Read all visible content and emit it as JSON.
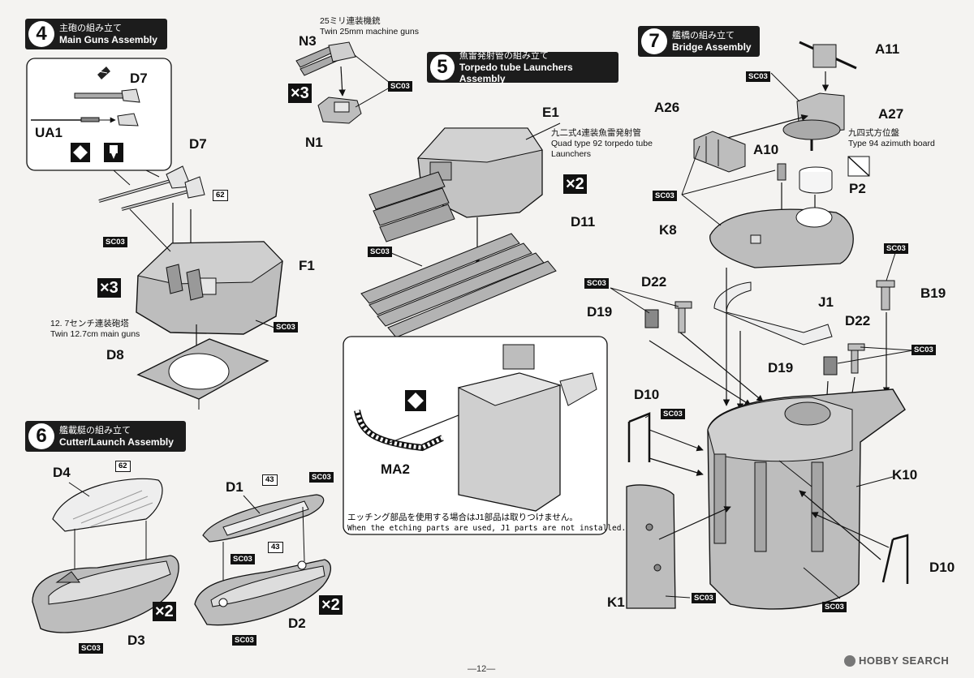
{
  "steps": {
    "s4": {
      "num": "4",
      "jp": "主砲の組み立て",
      "en": "Main Guns Assembly"
    },
    "s5": {
      "num": "5",
      "jp": "魚雷発射管の組み立て",
      "en": "Torpedo tube Launchers Assembly"
    },
    "s6": {
      "num": "6",
      "jp": "艦載艇の組み立て",
      "en": "Cutter/Launch Assembly"
    },
    "s7": {
      "num": "7",
      "jp": "艦橋の組み立て",
      "en": "Bridge Assembly"
    }
  },
  "parts": {
    "D7a": "D7",
    "UA1": "UA1",
    "D7b": "D7",
    "F1": "F1",
    "D8": "D8",
    "N3": "N3",
    "N1": "N1",
    "E1": "E1",
    "D11": "D11",
    "MA2": "MA2",
    "D4": "D4",
    "D3": "D3",
    "D1": "D1",
    "D2": "D2",
    "A11": "A11",
    "A26": "A26",
    "A27": "A27",
    "A10": "A10",
    "P2": "P2",
    "K8": "K8",
    "D22a": "D22",
    "J1": "J1",
    "B19": "B19",
    "D19a": "D19",
    "D22b": "D22",
    "D19b": "D19",
    "D10a": "D10",
    "K10": "K10",
    "D10b": "D10",
    "K1": "K1"
  },
  "notes": {
    "twin127_jp": "12. 7センチ連装砲塔",
    "twin127_en": "Twin 12.7cm main guns",
    "twin25_jp": "25ミリ連装機銃",
    "twin25_en": "Twin 25mm machine guns",
    "quad92_jp": "九二式4連装魚雷発射管",
    "quad92_en1": "Quad type 92 torpedo tube",
    "quad92_en2": "Launchers",
    "az94_jp": "九四式方位盤",
    "az94_en": "Type 94 azimuth board",
    "etch_jp": "エッチング部品を使用する場合はJ1部品は取りつけません。",
    "etch_en": "When the etching parts are used, J1 parts are not installed."
  },
  "paint": {
    "sc03": "SC03",
    "n62": "62",
    "n43": "43"
  },
  "multipliers": {
    "x3": "×3",
    "x2": "×2"
  },
  "footer": {
    "page": "—12—",
    "watermark": "HOBBY SEARCH"
  },
  "colors": {
    "part_fill": "#bdbdbd",
    "part_dark": "#8d8d8d",
    "ink": "#111111",
    "banner": "#1c1c1c"
  }
}
